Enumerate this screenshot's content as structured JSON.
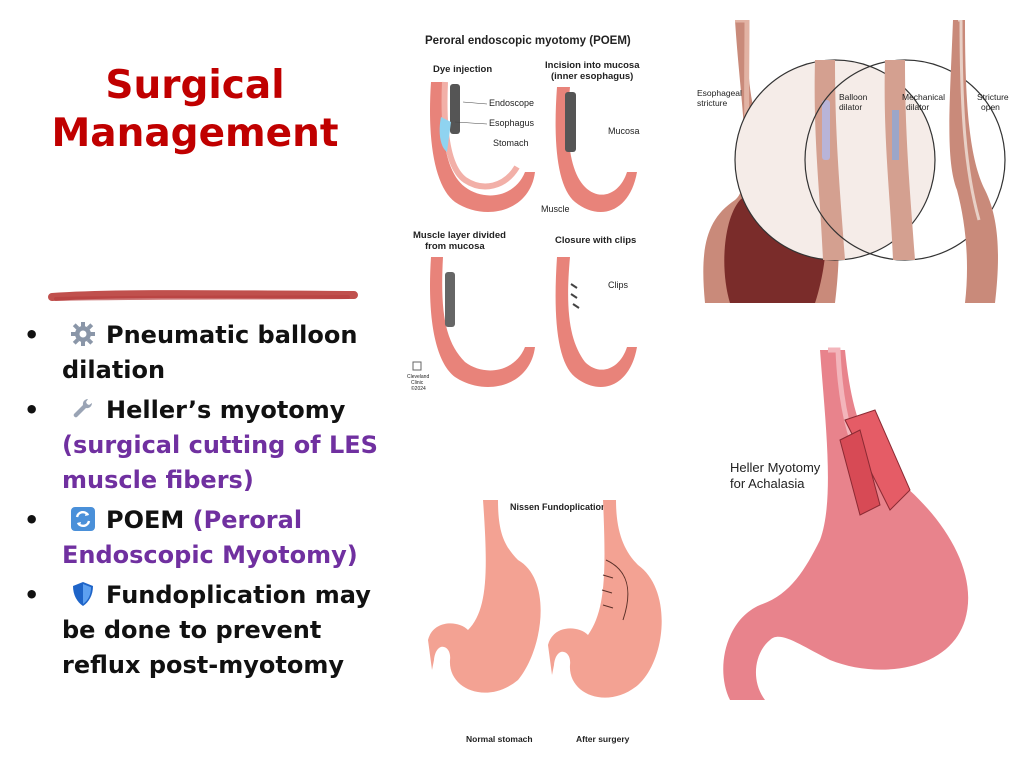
{
  "slide": {
    "title_line1": "Surgical",
    "title_line2": "Management"
  },
  "bullets": [
    {
      "icon": "gear-icon",
      "text": "Pneumatic balloon dilation",
      "note": ""
    },
    {
      "icon": "wrench-icon",
      "text": "Heller’s myotomy",
      "note": "(surgical cutting of LES muscle fibers)"
    },
    {
      "icon": "cycle-arrows-icon",
      "text": "POEM",
      "note": "(Peroral Endoscopic Myotomy)"
    },
    {
      "icon": "shield-icon",
      "text": "Fundoplication may be done to prevent reflux post-myotomy",
      "note": ""
    }
  ],
  "poem_figure": {
    "title": "Peroral endoscopic myotomy (POEM)",
    "panel1": "Dye injection",
    "panel2_line1": "Incision into mucosa",
    "panel2_line2": "(inner esophagus)",
    "panel3_line1": "Muscle layer divided",
    "panel3_line2": "from mucosa",
    "panel4": "Closure with clips",
    "label_endoscope": "Endoscope",
    "label_esophagus": "Esophagus",
    "label_stomach": "Stomach",
    "label_mucosa": "Mucosa",
    "label_muscle": "Muscle",
    "label_clips": "Clips",
    "logo_line1": "Cleveland",
    "logo_line2": "Clinic",
    "logo_line3": "©2024"
  },
  "dilation_figure": {
    "label_stricture_1": "Esophageal",
    "label_stricture_2": "stricture",
    "label_balloon_1": "Balloon",
    "label_balloon_2": "dilator",
    "label_mech_1": "Mechanical",
    "label_mech_2": "dilator",
    "label_open_1": "Stricture",
    "label_open_2": "open"
  },
  "heller_figure": {
    "label_line1": "Heller Myotomy",
    "label_line2": "for Achalasia"
  },
  "fundo_figure": {
    "title": "Nissen Fundoplication",
    "label_normal": "Normal stomach",
    "label_after": "After surgery"
  }
}
